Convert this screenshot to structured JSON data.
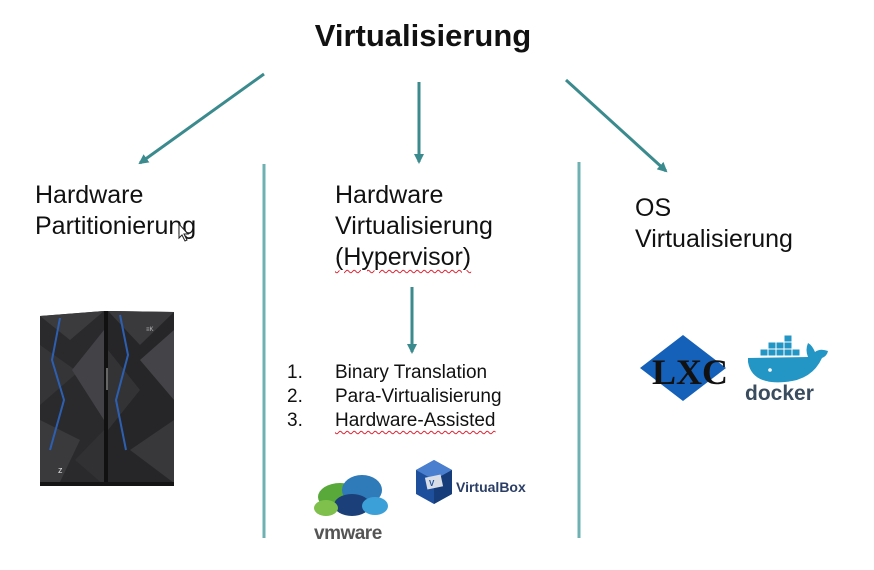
{
  "title": "Virtualisierung",
  "columns": [
    {
      "line1": "Hardware",
      "line2": "Partitionierung"
    },
    {
      "line1": "Hardware",
      "line2": "Virtualisierung",
      "line3": "(Hypervisor)"
    },
    {
      "line1": "OS",
      "line2": "Virtualisierung"
    }
  ],
  "methods": [
    {
      "num": "1.",
      "label": "Binary Translation"
    },
    {
      "num": "2.",
      "label": "Para-Virtualisierung"
    },
    {
      "num": "3.",
      "label": "Hardware-Assisted"
    }
  ],
  "logos": {
    "server_badge": "z",
    "lxc": "LXC",
    "docker": "docker",
    "vmware": "vmware",
    "virtualbox": "VirtualBox"
  },
  "colors": {
    "arrow": "#3a8a8e",
    "divider": "#6fb1b3",
    "blue_accent": "#2d5fb0",
    "lxc_blue": "#1560b8"
  }
}
